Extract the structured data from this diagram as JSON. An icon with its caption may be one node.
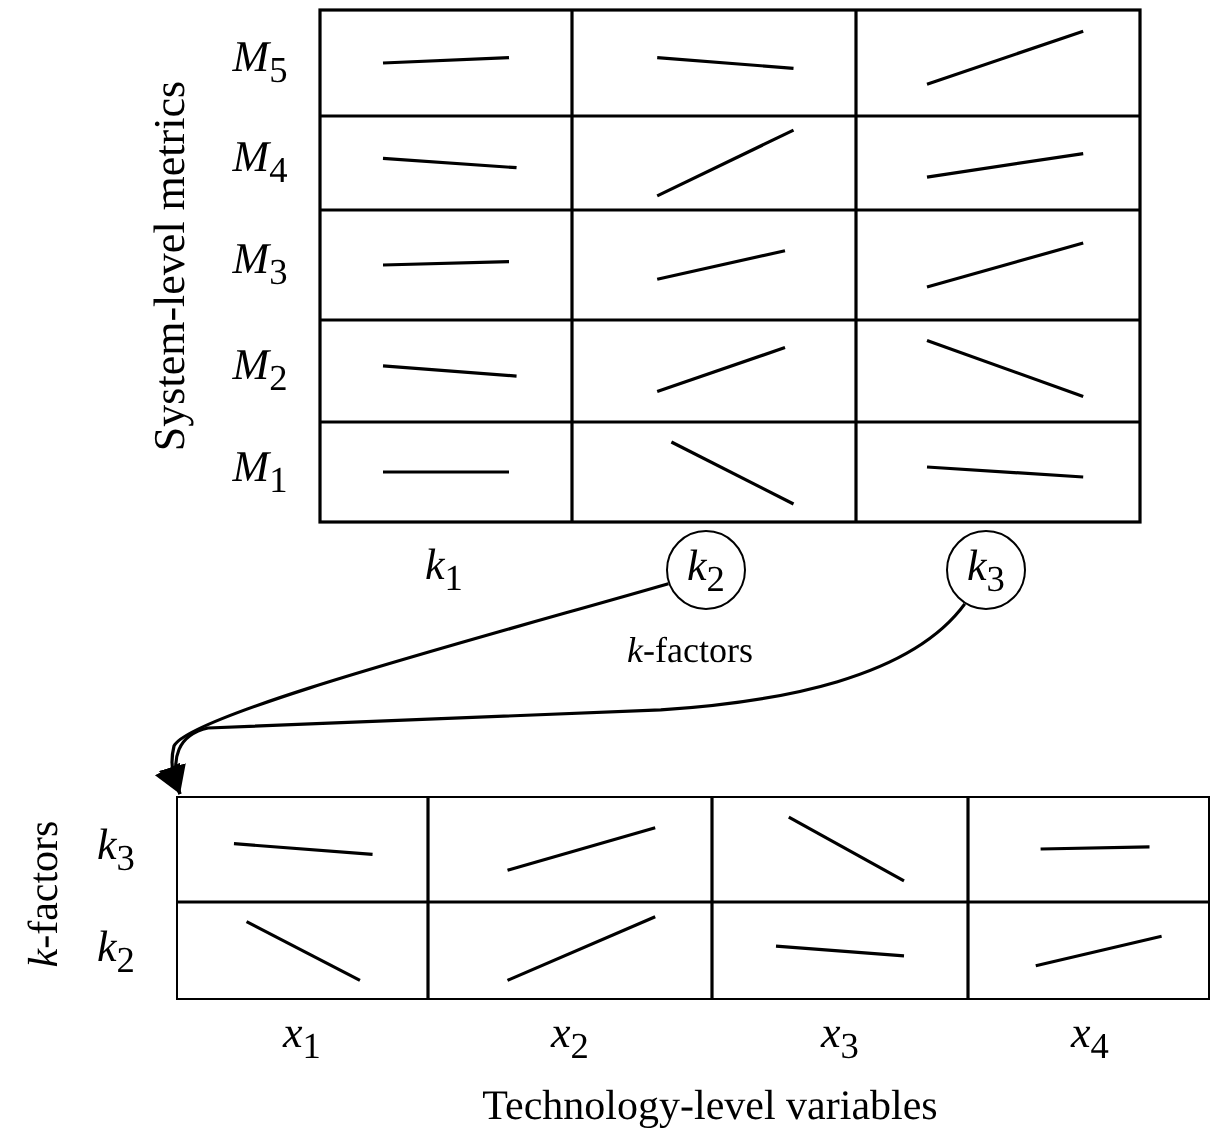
{
  "diagram": {
    "nodes": [
      {
        "text": [
          "*k*$_{2}$"
        ]
      },
      {
        "text": [
          "*k*$_{3}$"
        ]
      },
      {
        "text": [],
        "shape": "box"
      }
    ],
    "edges": [
      {
        "from": 0,
        "to": 2,
        "arrow": "to"
      },
      {
        "from": 1,
        "to": 2,
        "arrow": "to"
      }
    ],
    "labels": [
      "System-level metrics",
      "*M*$_{5}$",
      "*M*$_{4}$",
      "*M*$_{3}$",
      "*M*$_{2}$",
      "*M*$_{1}$",
      "*k*$_{1}$",
      "*k*-factors",
      "*k*-factors",
      "*k*$_{3}$",
      "*k*$_{2}$",
      "*x*$_{1}$",
      "*x*$_{2}$",
      "*x*$_{3}$",
      "*x*$_{4}$",
      "Technology-level variables"
    ]
  }
}
